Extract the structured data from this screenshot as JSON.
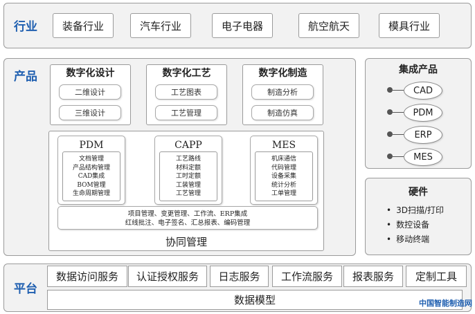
{
  "industry": {
    "label": "行业",
    "items": [
      "装备行业",
      "汽车行业",
      "电子电器",
      "航空航天",
      "模具行业"
    ]
  },
  "product": {
    "label": "产品",
    "sections": [
      {
        "title": "数字化设计",
        "buttons": [
          "二维设计",
          "三维设计"
        ]
      },
      {
        "title": "数字化工艺",
        "buttons": [
          "工艺图表",
          "工艺管理"
        ]
      },
      {
        "title": "数字化制造",
        "buttons": [
          "制造分析",
          "制造仿真"
        ]
      }
    ],
    "modules": [
      {
        "title": "PDM",
        "items": [
          "文档管理",
          "产品结构管理",
          "CAD集成",
          "BOM管理",
          "生命周期管理"
        ]
      },
      {
        "title": "CAPP",
        "items": [
          "工艺路线",
          "材料定额",
          "工时定额",
          "工装管理",
          "工艺管理"
        ]
      },
      {
        "title": "MES",
        "items": [
          "机床通信",
          "代码管理",
          "设备采集",
          "统计分析",
          "工单管理"
        ]
      }
    ],
    "collab_lines": [
      "项目管理、变更管理、工作流、ERP集成",
      "红线批注、电子签名、汇总报表、编码管理"
    ],
    "collab_title": "协同管理"
  },
  "integrated": {
    "title": "集成产品",
    "items": [
      "CAD",
      "PDM",
      "ERP",
      "MES"
    ]
  },
  "hardware": {
    "title": "硬件",
    "items": [
      "3D扫描/打印",
      "数控设备",
      "移动终端"
    ]
  },
  "platform": {
    "label": "平台",
    "services": [
      "数据访问服务",
      "认证授权服务",
      "日志服务",
      "工作流服务",
      "报表服务",
      "定制工具"
    ],
    "data_model": "数据模型"
  },
  "watermark": "中国智能制造网"
}
